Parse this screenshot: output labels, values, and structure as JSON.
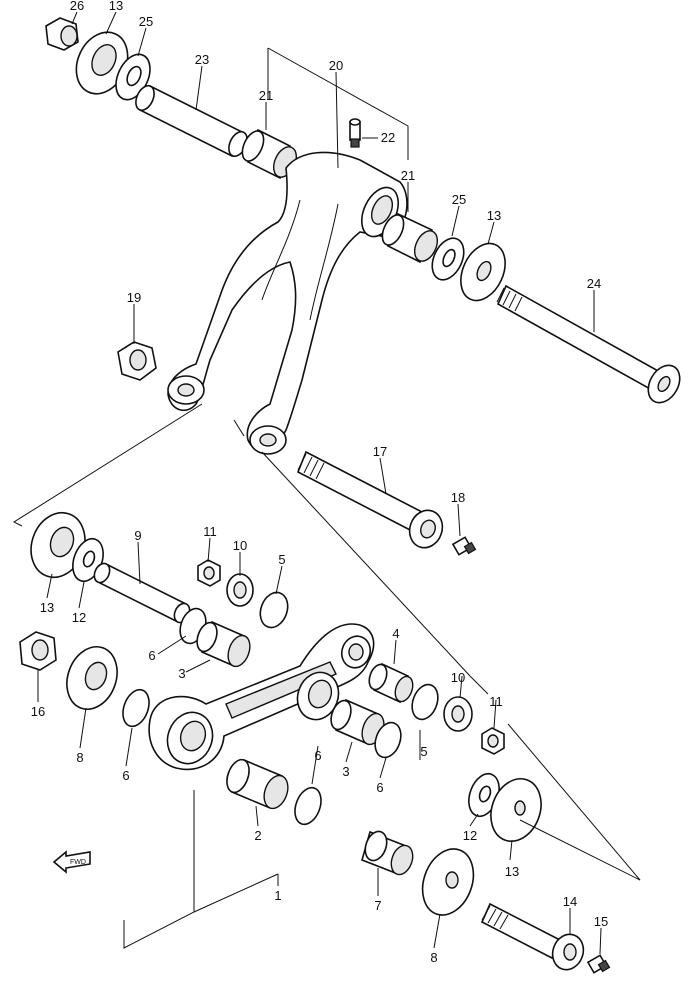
{
  "labels": [
    "26",
    "13",
    "25",
    "23",
    "21",
    "20",
    "22",
    "21",
    "25",
    "13",
    "24",
    "19",
    "17",
    "18",
    "9",
    "11",
    "10",
    "5",
    "13",
    "12",
    "6",
    "3",
    "4",
    "16",
    "8",
    "6",
    "10",
    "11",
    "5",
    "3",
    "6",
    "2",
    "6",
    "12",
    "13",
    "1",
    "7",
    "8",
    "14",
    "15"
  ],
  "fwd_text": "FWD"
}
